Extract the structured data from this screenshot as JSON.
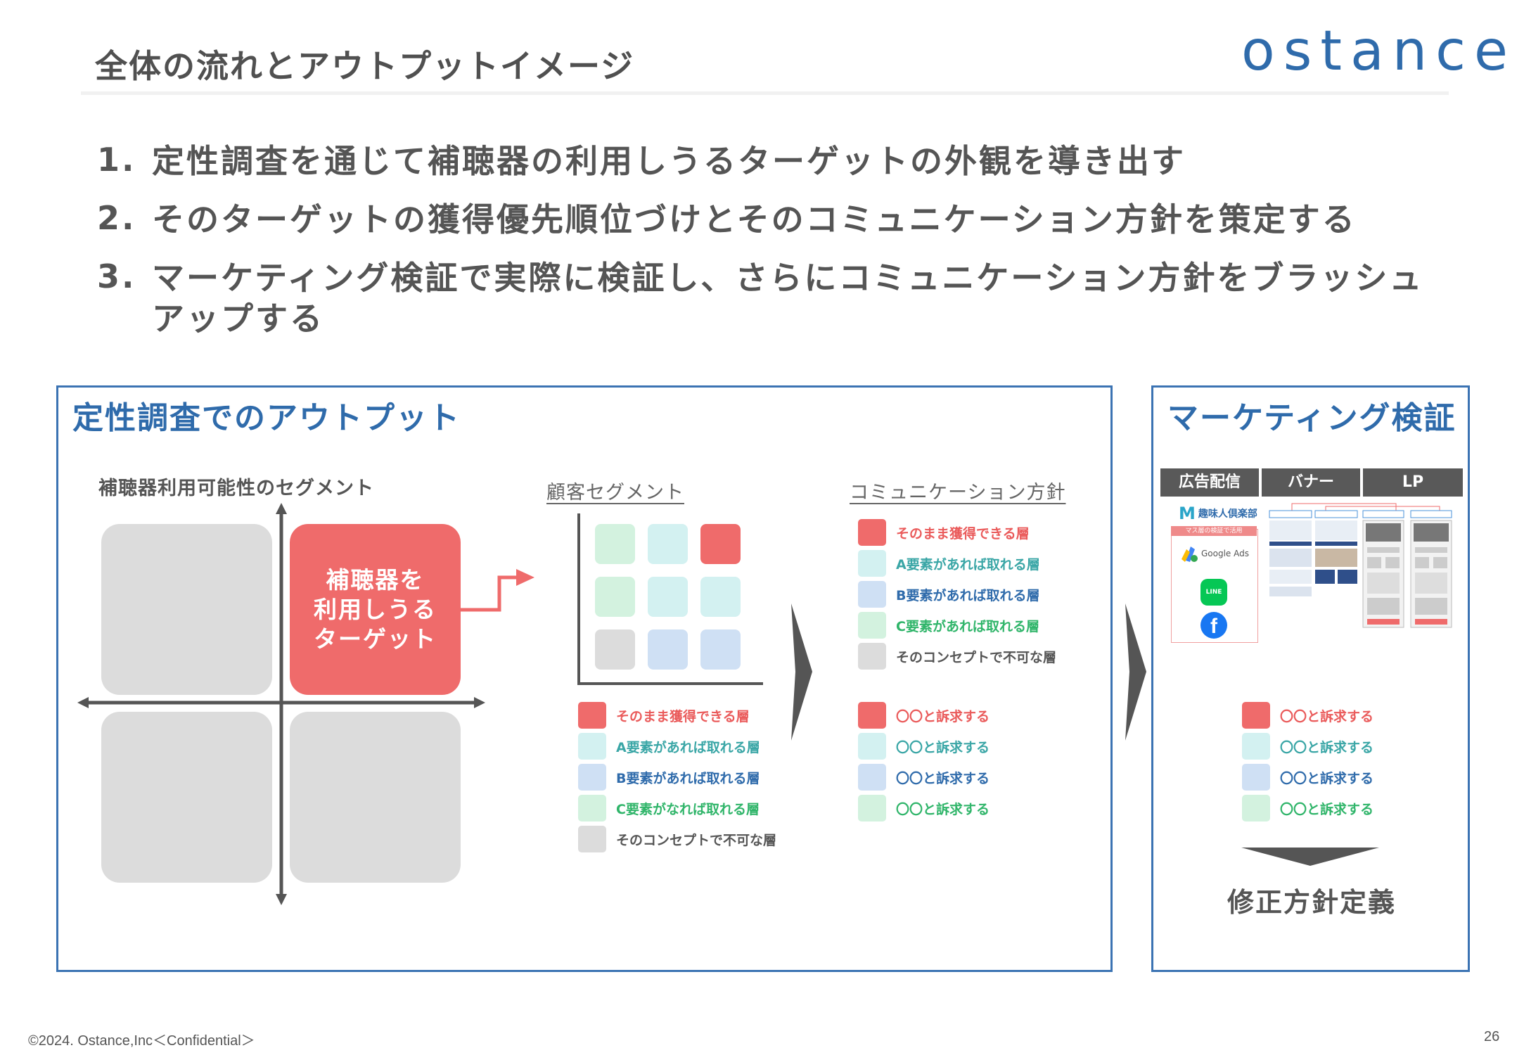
{
  "header": {
    "title": "全体の流れとアウトプットイメージ",
    "logo": "ostance"
  },
  "points": [
    {
      "num": "1.",
      "text": "定性調査を通じて補聴器の利用しうるターゲットの外観を導き出す"
    },
    {
      "num": "2.",
      "text": "そのターゲットの獲得優先順位づけとそのコミュニケーション方針を策定する"
    },
    {
      "num": "3.",
      "text": "マーケティング検証で実際に検証し、さらにコミュニケーション方針をブラッシュアップする"
    }
  ],
  "left_panel": {
    "title": "定性調査でのアウトプット",
    "segment_label": "補聴器利用可能性のセグメント",
    "target_box": "補聴器を\n利用しうる\nターゲット",
    "customer_segment_label": "顧客セグメント",
    "grid_colors": [
      [
        "#d3f2df",
        "#d3f1f1",
        "#ef6b6b"
      ],
      [
        "#d3f2df",
        "#d3f1f1",
        "#d3f1f1"
      ],
      [
        "#dcdcdc",
        "#cfe0f4",
        "#cfe0f4"
      ]
    ],
    "legend": [
      {
        "color": "red",
        "text": "そのまま獲得できる層"
      },
      {
        "color": "teal",
        "text": "A要素があれば取れる層"
      },
      {
        "color": "blue",
        "text": "B要素があれば取れる層"
      },
      {
        "color": "green",
        "text": "C要素がなれば取れる層"
      },
      {
        "color": "gray",
        "text": "そのコンセプトで不可な層"
      }
    ],
    "comm_label": "コミュニケーション方針",
    "comm_legend": [
      {
        "color": "red",
        "text": "そのまま獲得できる層"
      },
      {
        "color": "teal",
        "text": "A要素があれば取れる層"
      },
      {
        "color": "blue",
        "text": "B要素があれば取れる層"
      },
      {
        "color": "green",
        "text": "C要素があれば取れる層"
      },
      {
        "color": "gray",
        "text": "そのコンセプトで不可な層"
      }
    ],
    "appeals": [
      {
        "color": "red",
        "text": "〇〇と訴求する"
      },
      {
        "color": "teal",
        "text": "〇〇と訴求する"
      },
      {
        "color": "blue",
        "text": "〇〇と訴求する"
      },
      {
        "color": "green",
        "text": "〇〇と訴求する"
      }
    ]
  },
  "right_panel": {
    "title": "マーケティング検証",
    "headers": [
      "広告配信",
      "バナー",
      "LP"
    ],
    "ad_brand": "趣味人倶楽部",
    "ad_tag": "マス層の検証で活用",
    "google_ads": "Google Ads",
    "line": "LINE",
    "banner_tag": "バナー",
    "appeals": [
      {
        "color": "red",
        "text": "〇〇と訴求する"
      },
      {
        "color": "teal",
        "text": "〇〇と訴求する"
      },
      {
        "color": "blue",
        "text": "〇〇と訴求する"
      },
      {
        "color": "green",
        "text": "〇〇と訴求する"
      }
    ],
    "result": "修正方針定義"
  },
  "footer": {
    "copyright": "©2024. Ostance,Inc＜Confidential＞",
    "page": "26"
  }
}
